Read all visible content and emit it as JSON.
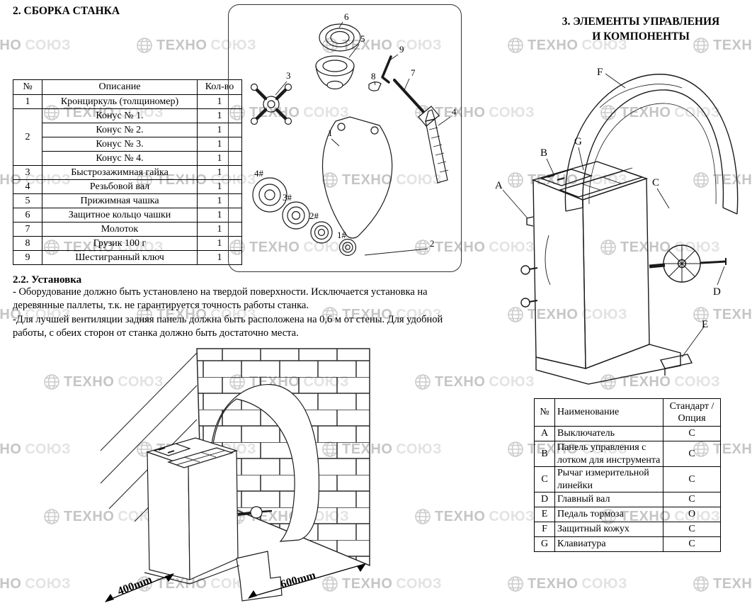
{
  "watermark": {
    "part1": "ТЕХНО",
    "part2": "СОЮЗ"
  },
  "sections": {
    "assembly_title": "2. СБОРКА СТАНКА",
    "controls_title_line1": "3. ЭЛЕМЕНТЫ УПРАВЛЕНИЯ",
    "controls_title_line2": "И КОМПОНЕНТЫ",
    "install_title": "2.2. Установка",
    "install_para1": "- Оборудование должно быть установлено на твердой поверхности. Исключается установка на деревянные паллеты, т.к. не гарантируется точность работы станка.",
    "install_para2": "-Для лучшей вентиляции задняя панель должна быть расположена на 0,6 м от стены. Для удобной работы, с обеих сторон от станка должно быть достаточно места."
  },
  "parts_table": {
    "headers": {
      "no": "№",
      "desc": "Описание",
      "qty": "Кол-во"
    },
    "rows": [
      {
        "no": "1",
        "desc": "Кронциркуль (толщиномер)",
        "qty": "1"
      },
      {
        "no": "2",
        "rowspan": 4,
        "desc": "Конус № 1.",
        "qty": "1"
      },
      {
        "desc": "Конус № 2.",
        "qty": "1"
      },
      {
        "desc": "Конус № 3.",
        "qty": "1"
      },
      {
        "desc": "Конус № 4.",
        "qty": "1"
      },
      {
        "no": "3",
        "desc": "Быстрозажимная гайка",
        "qty": "1"
      },
      {
        "no": "4",
        "desc": "Резьбовой вал",
        "qty": "1"
      },
      {
        "no": "5",
        "desc": "Прижимная чашка",
        "qty": "1"
      },
      {
        "no": "6",
        "desc": "Защитное кольцо чашки",
        "qty": "1"
      },
      {
        "no": "7",
        "desc": "Молоток",
        "qty": "1"
      },
      {
        "no": "8",
        "desc": "Грузик 100 г",
        "qty": "1"
      },
      {
        "no": "9",
        "desc": "Шестигранный ключ",
        "qty": "1"
      }
    ]
  },
  "components_table": {
    "headers": {
      "no": "№",
      "name": "Наименование",
      "std": "Стандарт / Опция"
    },
    "rows": [
      {
        "no": "A",
        "name": "Выключатель",
        "std": "C"
      },
      {
        "no": "B",
        "name": "Панель управления с лотком для инструмента",
        "std": "C"
      },
      {
        "no": "C",
        "name": "Рычаг измерительной линейки",
        "std": "C"
      },
      {
        "no": "D",
        "name": "Главный вал",
        "std": "C"
      },
      {
        "no": "E",
        "name": "Педаль тормоза",
        "std": "O"
      },
      {
        "no": "F",
        "name": "Защитный кожух",
        "std": "C"
      },
      {
        "no": "G",
        "name": "Клавиатура",
        "std": "C"
      }
    ]
  },
  "exploded_diagram": {
    "labels": {
      "n1": "1",
      "n2": "2",
      "n3": "3",
      "n4": "4",
      "n5": "5",
      "n6": "6",
      "n7": "7",
      "n8": "8",
      "n9": "9",
      "c1": "1#",
      "c2": "2#",
      "c3": "3#",
      "c4": "4#"
    }
  },
  "machine_diagram": {
    "labels": {
      "A": "A",
      "B": "B",
      "C": "C",
      "D": "D",
      "E": "E",
      "F": "F",
      "G": "G"
    }
  },
  "install_diagram": {
    "dim_left": "400mm",
    "dim_right": "600mm"
  }
}
